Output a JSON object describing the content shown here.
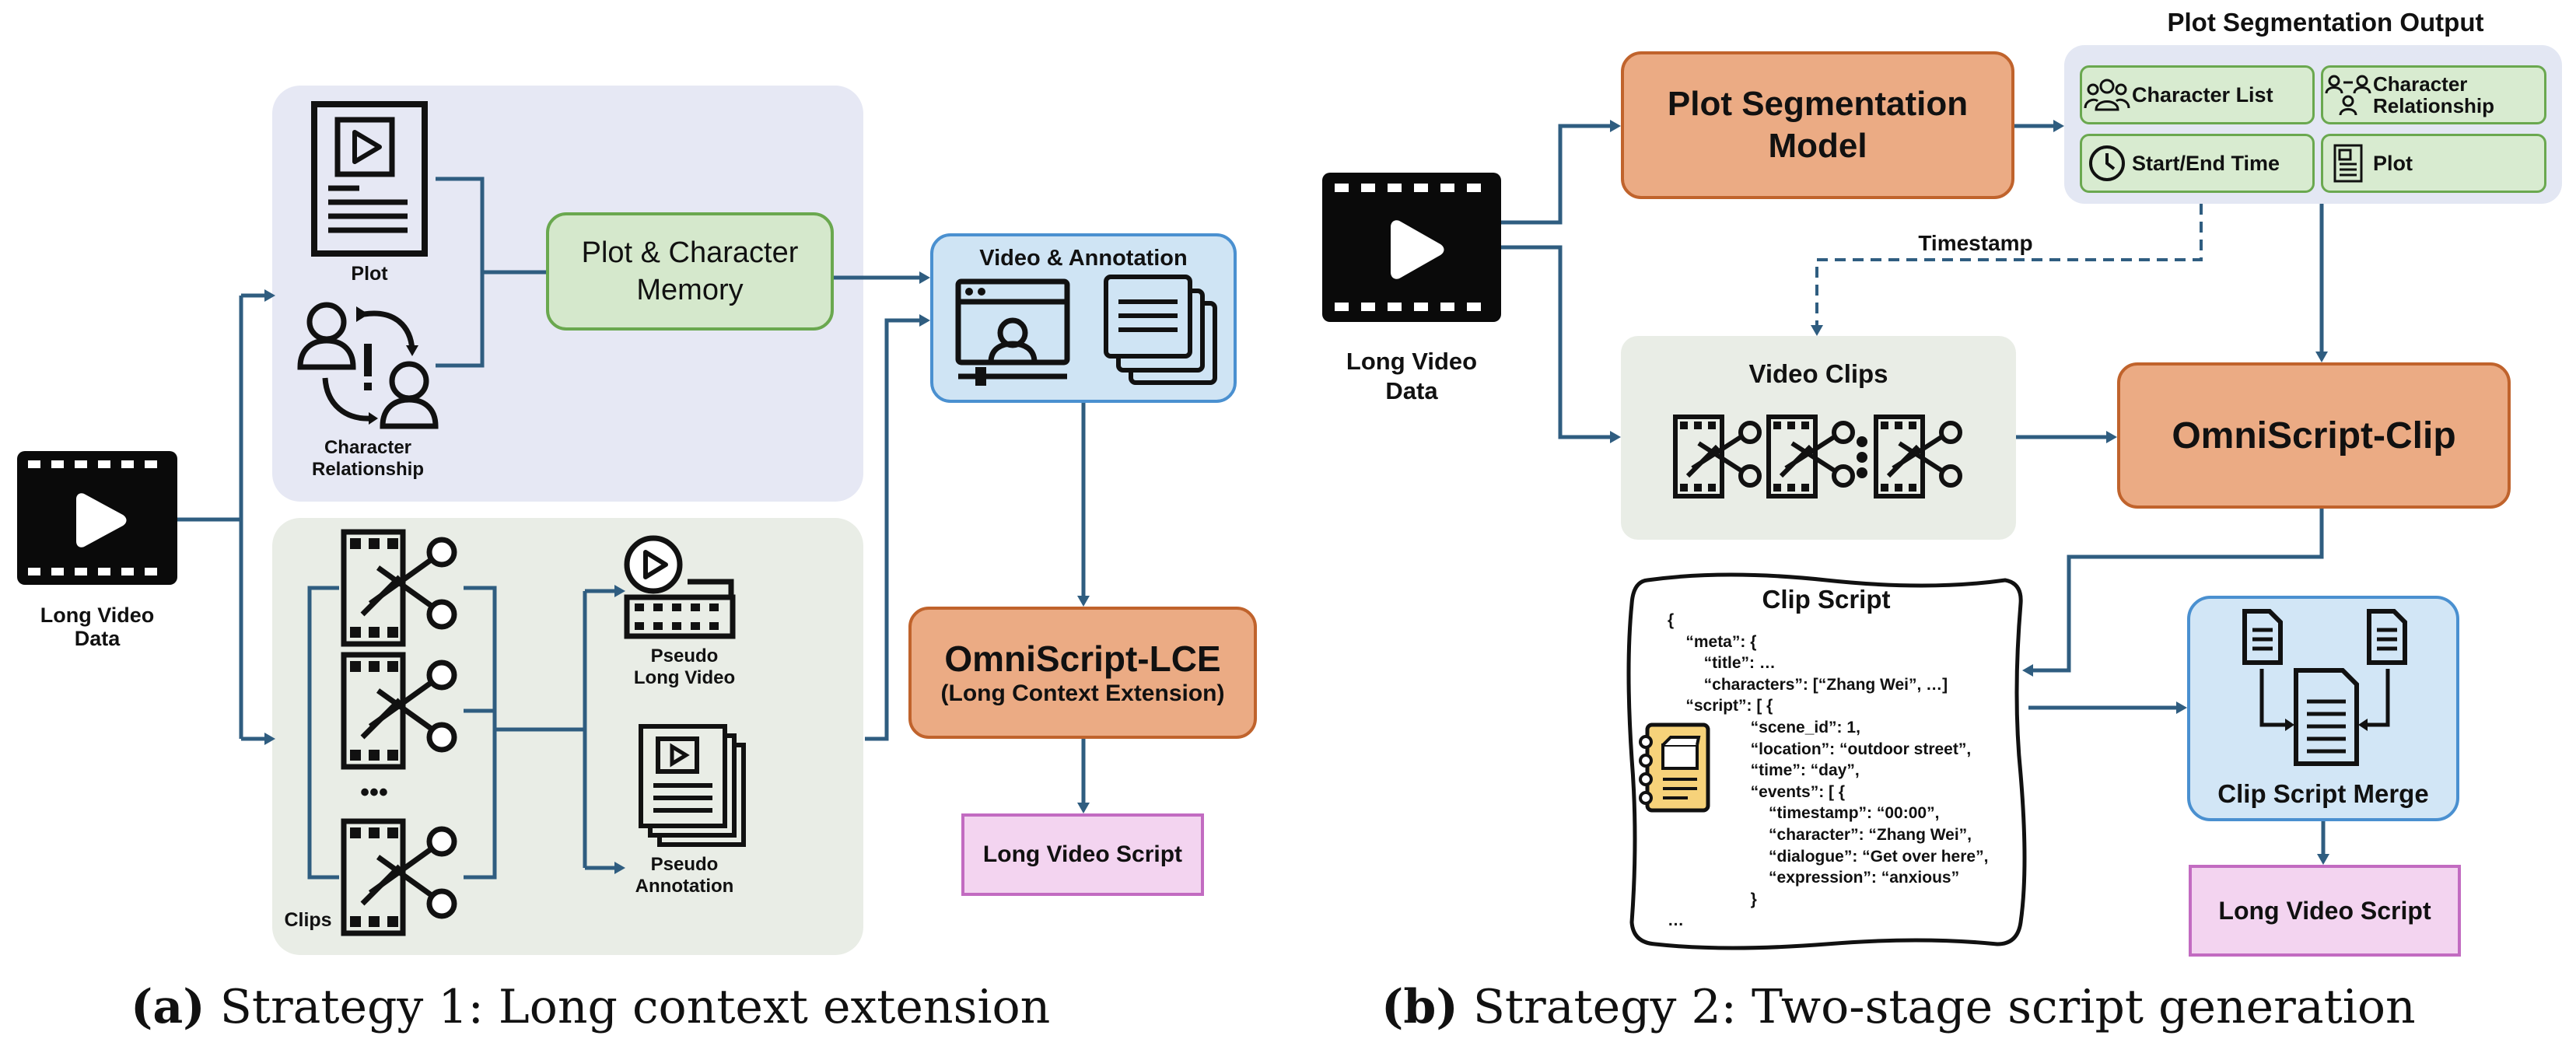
{
  "left": {
    "input_label": "Long Video\nData",
    "plot_label": "Plot",
    "relationship_label": "Character\nRelationship",
    "memory_label": "Plot & Character\nMemory",
    "video_annotation_title": "Video & Annotation",
    "clips_label": "Clips",
    "ellipsis": "•••",
    "pseudo_video_label": "Pseudo\nLong Video",
    "pseudo_annotation_label": "Pseudo\nAnnotation",
    "model_title": "OmniScript-LCE",
    "model_subtitle": "(Long Context Extension)",
    "output_label": "Long Video Script",
    "caption_prefix": "(a)",
    "caption_text": "Strategy 1: Long context extension"
  },
  "right": {
    "input_label": "Long Video\nData",
    "segmentation_model_label": "Plot Segmentation\nModel",
    "seg_output_title": "Plot Segmentation Output",
    "seg_items": [
      "Character List",
      "Character\nRelationship",
      "Start/End Time",
      "Plot"
    ],
    "timestamp_label": "Timestamp",
    "video_clips_title": "Video Clips",
    "clip_model_label": "OmniScript-Clip",
    "clip_script_title": "Clip Script",
    "clip_script_lines": [
      "{",
      "    “meta”: {",
      "        “title”: …",
      "        “characters”: [“Zhang Wei”, …]",
      "    “script”: [ {",
      "        “scene_id”: 1,",
      "        “location”: “outdoor street”,",
      "        “time”: “day”,",
      "        “events”: [ {",
      "            “timestamp”: “00:00”,",
      "            “character”: “Zhang Wei”,",
      "            “dialogue”: “Get over here”,",
      "            “expression”: “anxious”",
      "        }",
      "…"
    ],
    "merge_label": "Clip Script Merge",
    "output_label": "Long Video Script",
    "caption_prefix": "(b)",
    "caption_text": "Strategy 2: Two-stage script generation"
  },
  "colors": {
    "arrow": "#2f5d80",
    "blue_panel": "#e6e8f4",
    "green_panel": "#e9ede6",
    "memory_fill": "#d5e8cc",
    "memory_border": "#6aa84f",
    "video_ann_fill": "#cfe4f4",
    "video_ann_border": "#4a90d0",
    "model_fill": "#ebab84",
    "model_border": "#c0632c",
    "output_fill": "#f3d4f0",
    "output_border": "#c26bc1",
    "merge_fill": "#d2e6f6",
    "seg_panel": "#e3e7f3"
  }
}
